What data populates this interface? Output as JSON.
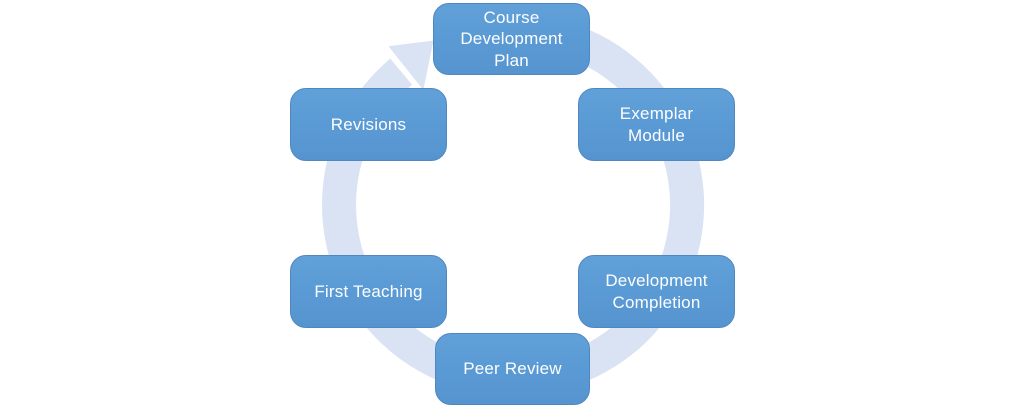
{
  "diagram": {
    "type": "cycle",
    "direction": "clockwise",
    "nodes": [
      {
        "id": "course-development-plan",
        "label": "Course Development Plan"
      },
      {
        "id": "exemplar-module",
        "label": "Exemplar Module"
      },
      {
        "id": "development-completion",
        "label": "Development Completion"
      },
      {
        "id": "peer-review",
        "label": "Peer Review"
      },
      {
        "id": "first-teaching",
        "label": "First Teaching"
      },
      {
        "id": "revisions",
        "label": "Revisions"
      }
    ],
    "icons": {
      "cycle_arrow": "clockwise-circular-arrow"
    },
    "colors": {
      "node_fill": "#5b9bd5",
      "node_border": "#4f88c1",
      "node_text": "#ffffff",
      "ring": "#dae3f3",
      "background": "#ffffff"
    }
  }
}
